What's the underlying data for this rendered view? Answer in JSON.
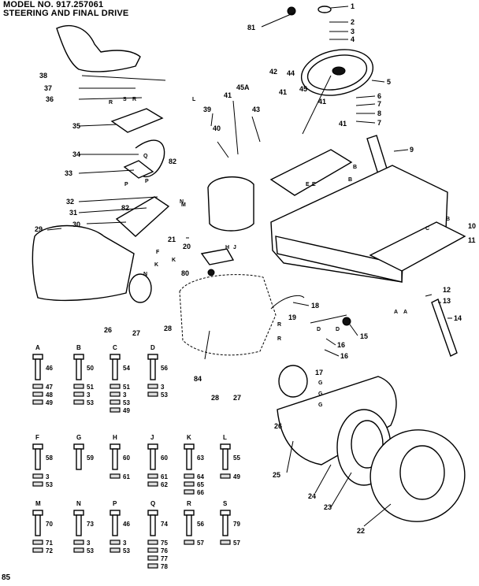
{
  "header": {
    "model": "MODEL NO. 917.257061",
    "title": "STEERING AND FINAL DRIVE"
  },
  "page_number": "85",
  "callouts": [
    {
      "id": "c1",
      "text": "1"
    },
    {
      "id": "c2",
      "text": "2"
    },
    {
      "id": "c3",
      "text": "3"
    },
    {
      "id": "c4",
      "text": "4"
    },
    {
      "id": "c5",
      "text": "5"
    },
    {
      "id": "c6",
      "text": "6"
    },
    {
      "id": "c7a",
      "text": "7"
    },
    {
      "id": "c8",
      "text": "8"
    },
    {
      "id": "c7b",
      "text": "7"
    },
    {
      "id": "c9",
      "text": "9"
    },
    {
      "id": "c10",
      "text": "10"
    },
    {
      "id": "c11",
      "text": "11"
    },
    {
      "id": "c12",
      "text": "12"
    },
    {
      "id": "c13",
      "text": "13"
    },
    {
      "id": "c14",
      "text": "14"
    },
    {
      "id": "c15",
      "text": "15"
    },
    {
      "id": "c16a",
      "text": "16"
    },
    {
      "id": "c16b",
      "text": "16"
    },
    {
      "id": "c17",
      "text": "17"
    },
    {
      "id": "c18",
      "text": "18"
    },
    {
      "id": "c19",
      "text": "19"
    },
    {
      "id": "c20",
      "text": "20"
    },
    {
      "id": "c21",
      "text": "21"
    },
    {
      "id": "c22",
      "text": "22"
    },
    {
      "id": "c23",
      "text": "23"
    },
    {
      "id": "c24",
      "text": "24"
    },
    {
      "id": "c25",
      "text": "25"
    },
    {
      "id": "c26a",
      "text": "26"
    },
    {
      "id": "c26b",
      "text": "26"
    },
    {
      "id": "c27a",
      "text": "27"
    },
    {
      "id": "c27b",
      "text": "27"
    },
    {
      "id": "c28a",
      "text": "28"
    },
    {
      "id": "c28b",
      "text": "28"
    },
    {
      "id": "c29",
      "text": "29"
    },
    {
      "id": "c30",
      "text": "30"
    },
    {
      "id": "c31",
      "text": "31"
    },
    {
      "id": "c32",
      "text": "32"
    },
    {
      "id": "c33",
      "text": "33"
    },
    {
      "id": "c34",
      "text": "34"
    },
    {
      "id": "c35",
      "text": "35"
    },
    {
      "id": "c36",
      "text": "36"
    },
    {
      "id": "c37",
      "text": "37"
    },
    {
      "id": "c38",
      "text": "38"
    },
    {
      "id": "c39",
      "text": "39"
    },
    {
      "id": "c40",
      "text": "40"
    },
    {
      "id": "c41a",
      "text": "41"
    },
    {
      "id": "c41b",
      "text": "41"
    },
    {
      "id": "c41c",
      "text": "41"
    },
    {
      "id": "c41d",
      "text": "41"
    },
    {
      "id": "c42",
      "text": "42"
    },
    {
      "id": "c43",
      "text": "43"
    },
    {
      "id": "c44",
      "text": "44"
    },
    {
      "id": "c45",
      "text": "45"
    },
    {
      "id": "c45a",
      "text": "45A"
    },
    {
      "id": "c80",
      "text": "80"
    },
    {
      "id": "c81",
      "text": "81"
    },
    {
      "id": "c82a",
      "text": "82"
    },
    {
      "id": "c82b",
      "text": "82"
    },
    {
      "id": "c84",
      "text": "84"
    }
  ],
  "diagram_letters": [
    {
      "id": "l1",
      "text": "L"
    },
    {
      "id": "l2",
      "text": "R"
    },
    {
      "id": "l3",
      "text": "S"
    },
    {
      "id": "l4",
      "text": "R"
    },
    {
      "id": "l5",
      "text": "Q"
    },
    {
      "id": "l6",
      "text": "P"
    },
    {
      "id": "l7",
      "text": "P"
    },
    {
      "id": "l8",
      "text": "M"
    },
    {
      "id": "l9",
      "text": "N"
    },
    {
      "id": "l10",
      "text": "N"
    },
    {
      "id": "l11",
      "text": "F"
    },
    {
      "id": "l12",
      "text": "K"
    },
    {
      "id": "l13",
      "text": "K"
    },
    {
      "id": "l14",
      "text": "B"
    },
    {
      "id": "l15",
      "text": "B"
    },
    {
      "id": "l16",
      "text": "C"
    },
    {
      "id": "l17",
      "text": "B"
    },
    {
      "id": "l18",
      "text": "A"
    },
    {
      "id": "l19",
      "text": "A"
    },
    {
      "id": "l20",
      "text": "H"
    },
    {
      "id": "l21",
      "text": "J"
    },
    {
      "id": "l22",
      "text": "R"
    },
    {
      "id": "l23",
      "text": "R"
    },
    {
      "id": "l24",
      "text": "D"
    },
    {
      "id": "l25",
      "text": "D"
    },
    {
      "id": "l26",
      "text": "G"
    },
    {
      "id": "l27",
      "text": "G"
    },
    {
      "id": "l28",
      "text": "G"
    },
    {
      "id": "l29",
      "text": "E"
    },
    {
      "id": "l30",
      "text": "E"
    }
  ],
  "hardware_groups": [
    {
      "letter": "A",
      "bolt": "46",
      "parts": [
        "47",
        "48",
        "49"
      ]
    },
    {
      "letter": "B",
      "bolt": "50",
      "parts": [
        "51",
        "3",
        "53"
      ]
    },
    {
      "letter": "C",
      "bolt": "54",
      "parts": [
        "51",
        "3",
        "53",
        "49"
      ]
    },
    {
      "letter": "D",
      "bolt": "56",
      "parts": [
        "3",
        "53"
      ]
    },
    {
      "letter": "F",
      "bolt": "58",
      "parts": [
        "3",
        "53"
      ]
    },
    {
      "letter": "G",
      "bolt": "59",
      "parts": []
    },
    {
      "letter": "H",
      "bolt": "60",
      "parts": [
        "61"
      ]
    },
    {
      "letter": "J",
      "bolt": "60",
      "parts": [
        "61",
        "62"
      ]
    },
    {
      "letter": "K",
      "bolt": "63",
      "parts": [
        "64",
        "65",
        "66"
      ]
    },
    {
      "letter": "L",
      "bolt": "55",
      "parts": [
        "49"
      ]
    },
    {
      "letter": "M",
      "bolt": "70",
      "parts": [
        "71",
        "72"
      ]
    },
    {
      "letter": "N",
      "bolt": "73",
      "parts": [
        "3",
        "53"
      ]
    },
    {
      "letter": "P",
      "bolt": "46",
      "parts": [
        "3",
        "53"
      ]
    },
    {
      "letter": "Q",
      "bolt": "74",
      "parts": [
        "75",
        "76",
        "77",
        "78"
      ]
    },
    {
      "letter": "R",
      "bolt": "56",
      "parts": [
        "57"
      ]
    },
    {
      "letter": "S",
      "bolt": "79",
      "parts": [
        "57"
      ]
    }
  ]
}
